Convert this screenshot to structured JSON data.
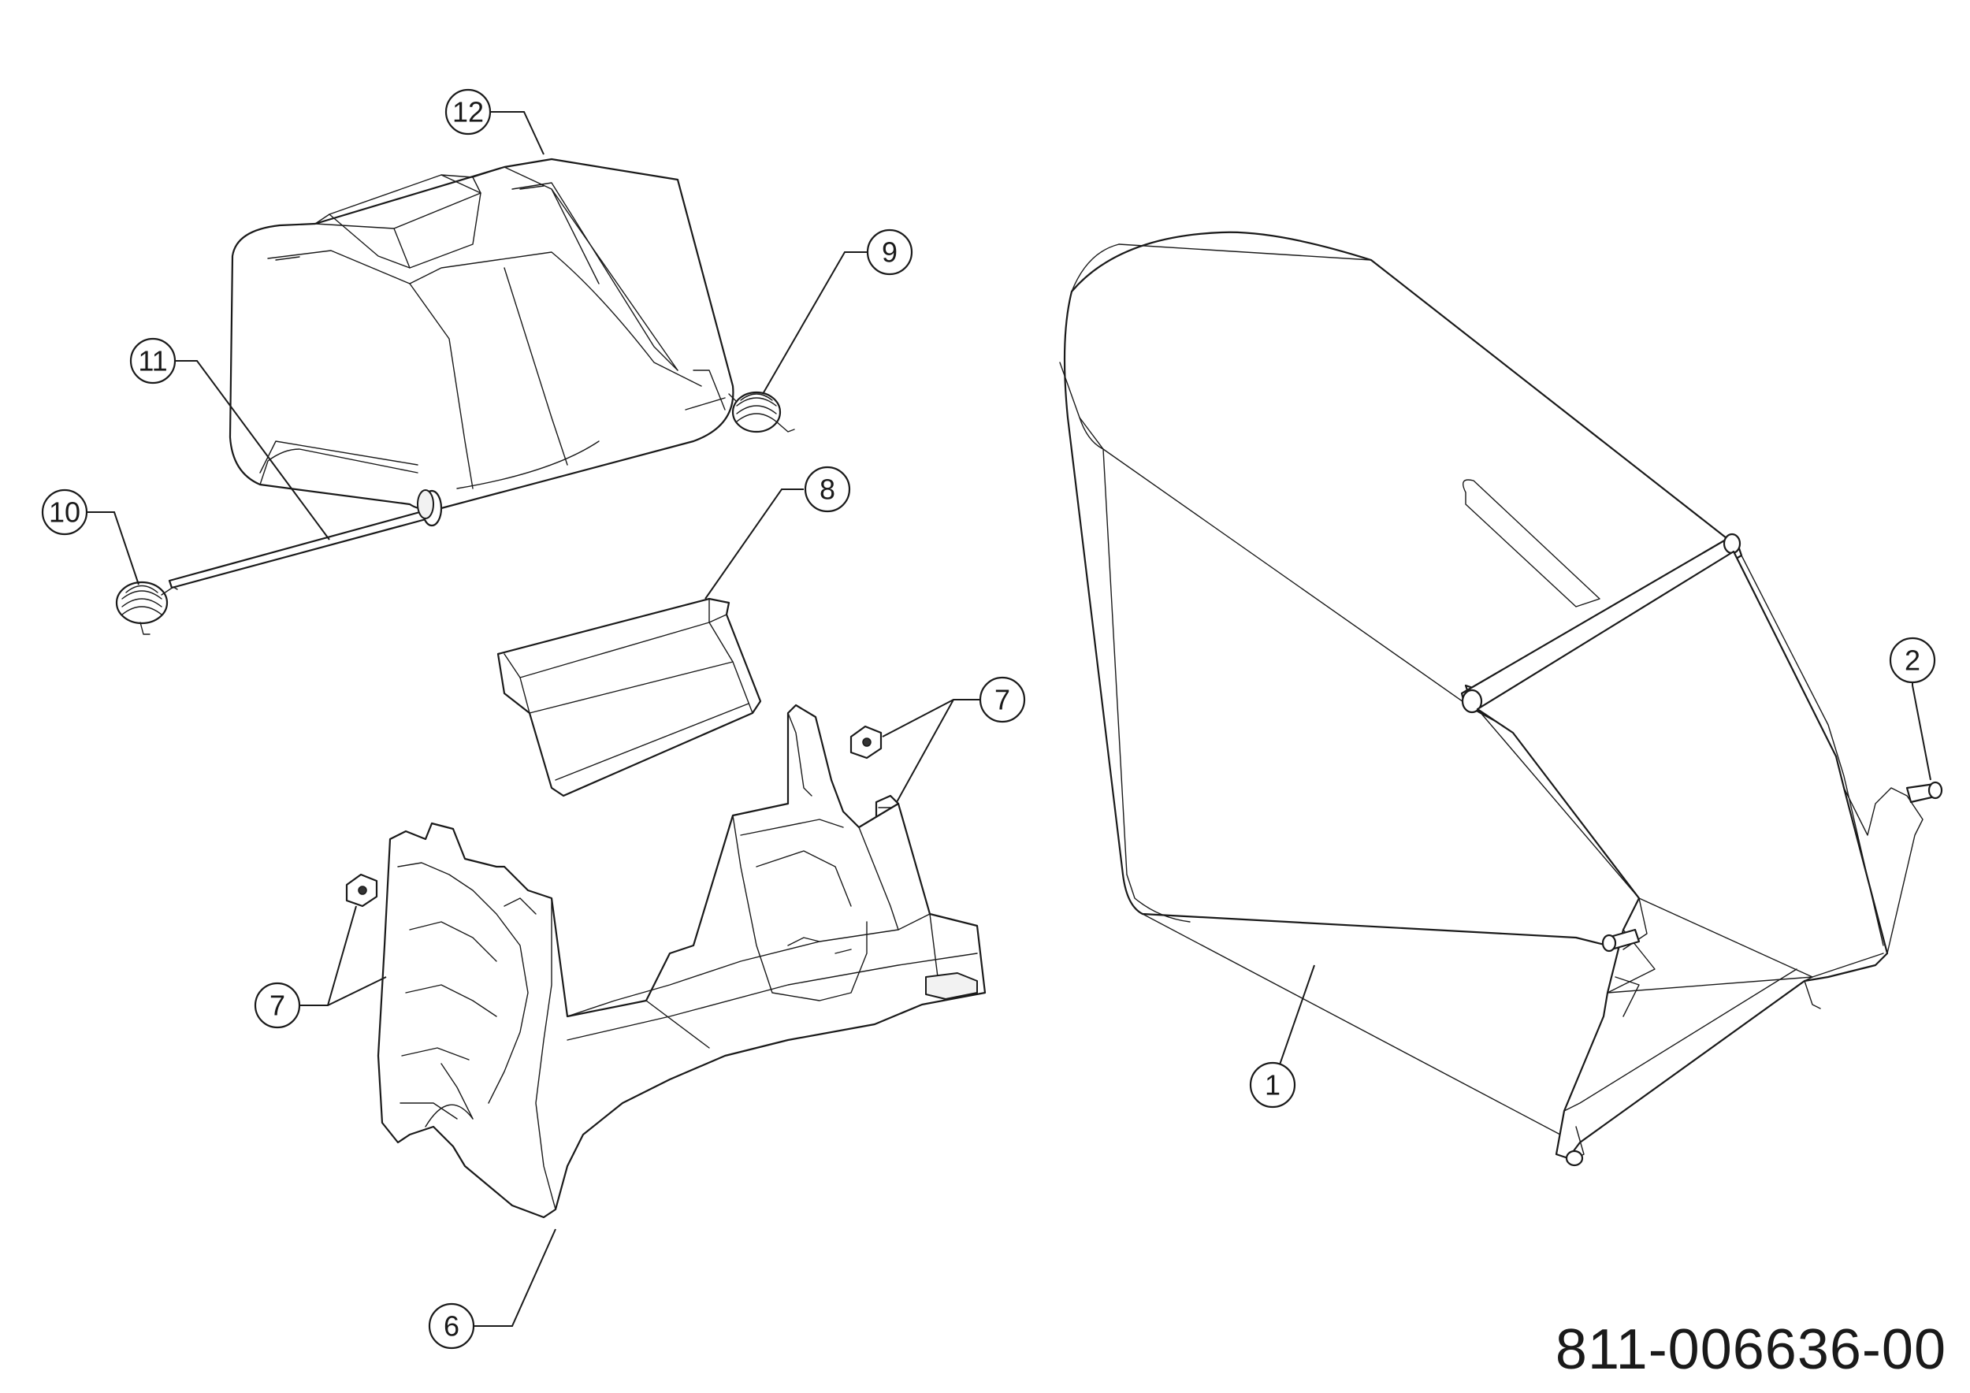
{
  "callouts": {
    "c1": "1",
    "c2": "2",
    "c6": "6",
    "c7a": "7",
    "c7b": "7",
    "c8": "8",
    "c9": "9",
    "c10": "10",
    "c11": "11",
    "c12": "12"
  },
  "document_number": "811-006636-00"
}
